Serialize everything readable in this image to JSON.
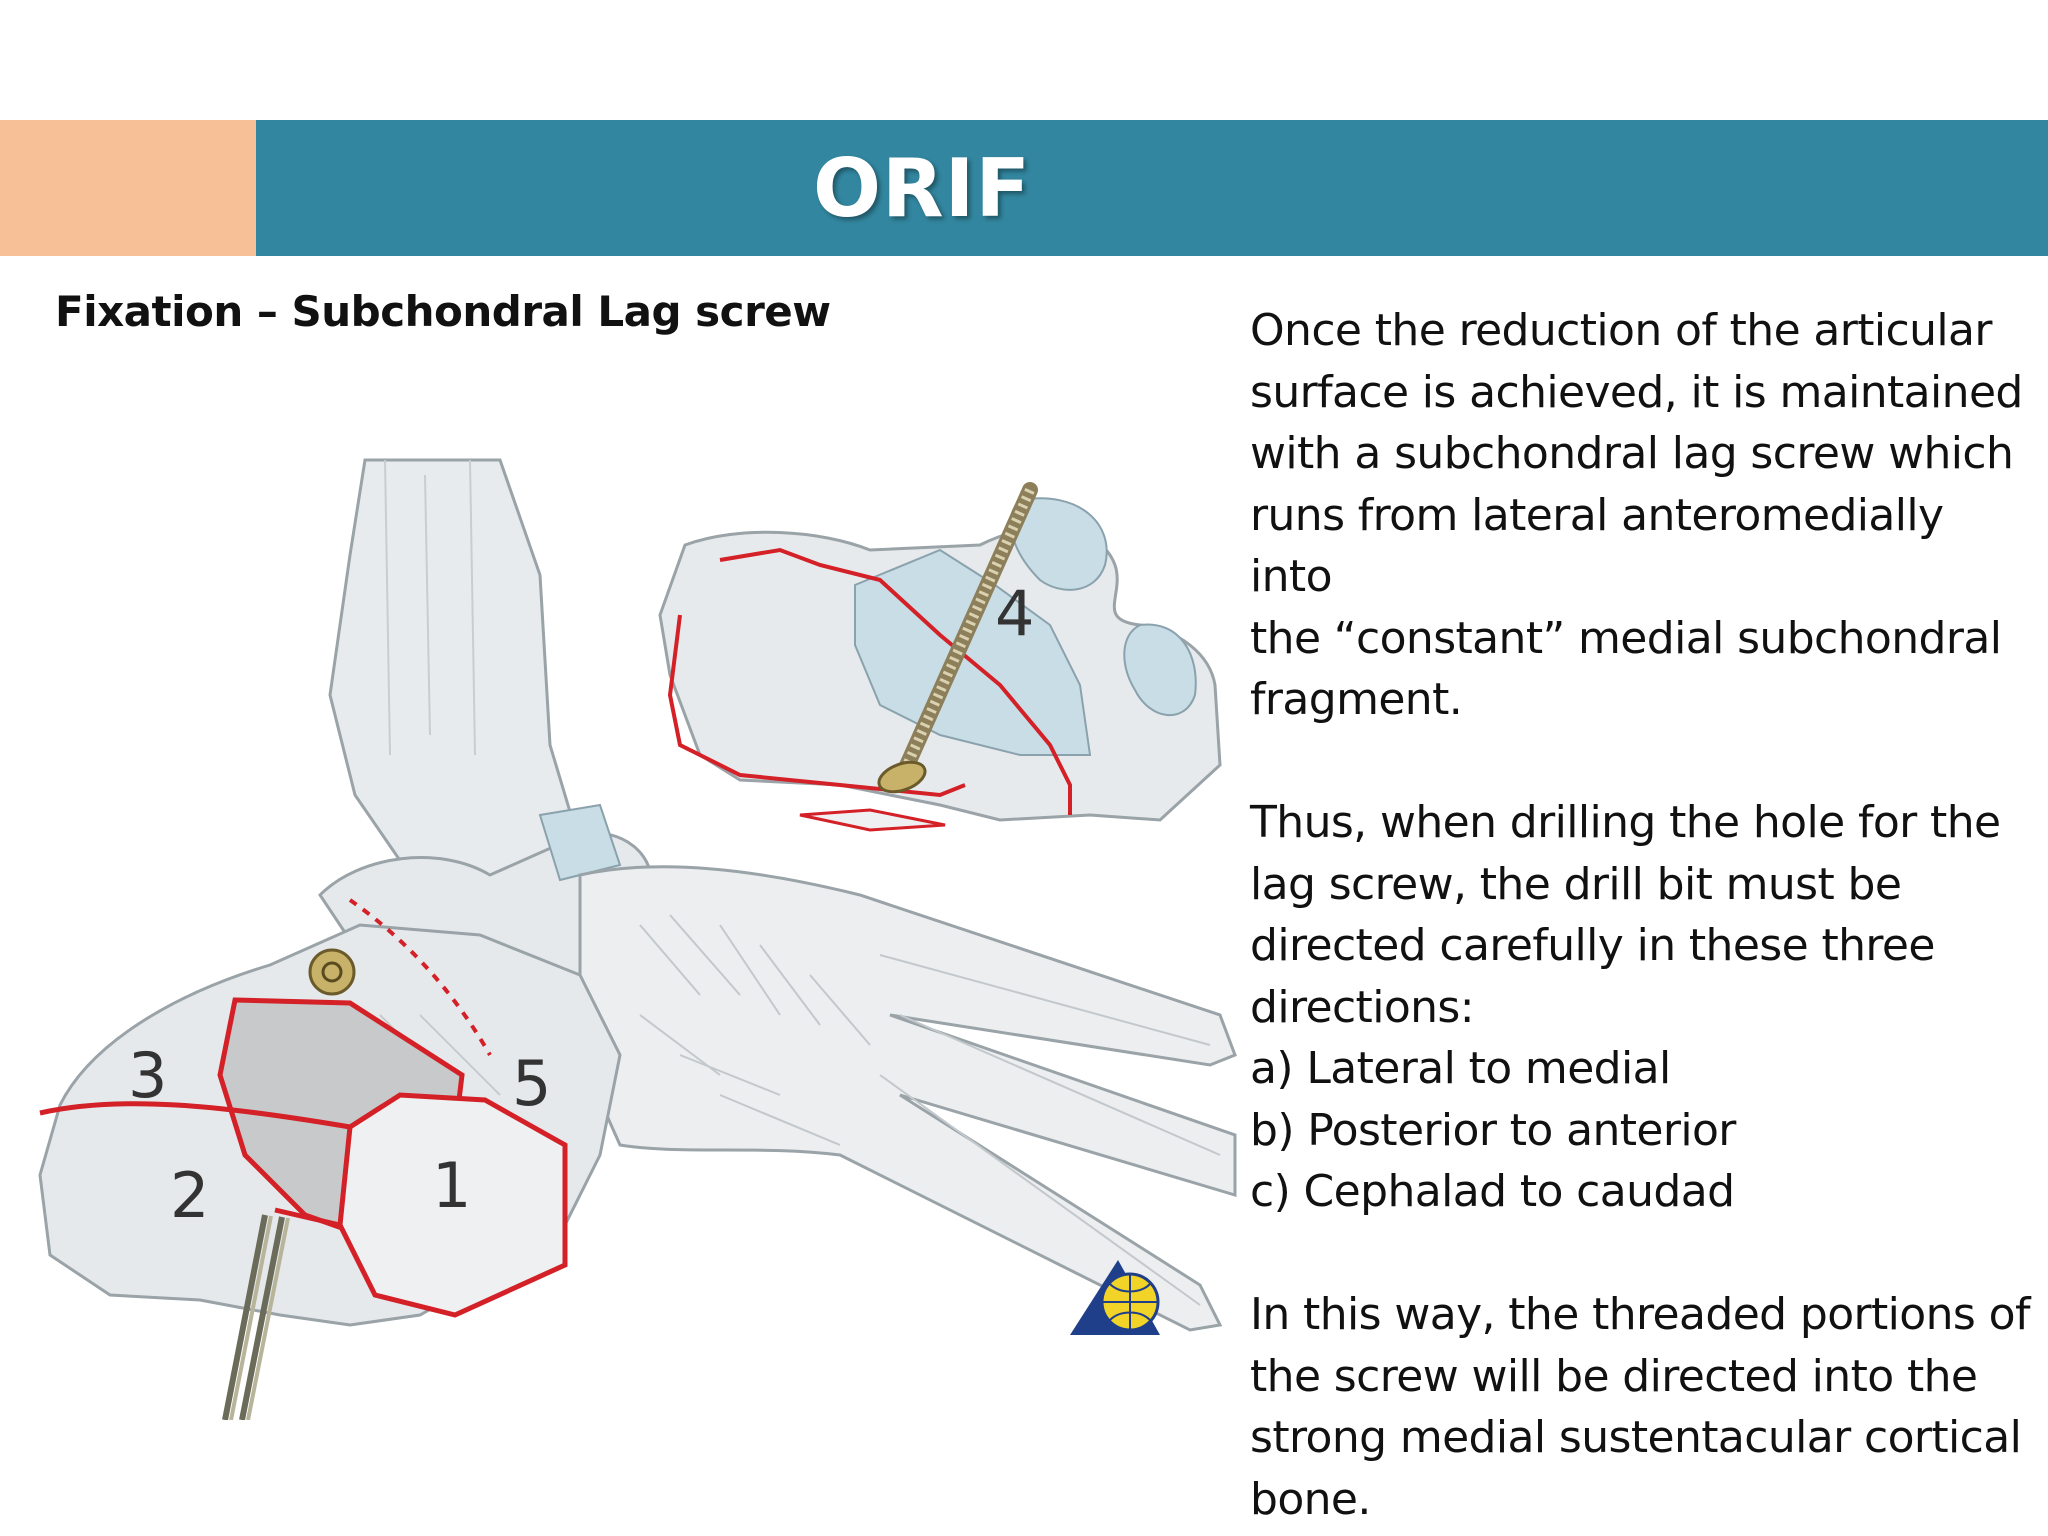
{
  "slide": {
    "title": "ORIF",
    "subtitle": "Fixation – Subchondral Lag screw",
    "paragraphs": {
      "intro": [
        "Once the reduction of the articular",
        "surface is achieved, it is maintained",
        "with a subchondral lag screw which",
        "runs from lateral anteromedially into",
        "the “constant” medial subchondral",
        "fragment."
      ],
      "drilling": [
        "Thus, when drilling the hole for the",
        "lag screw, the drill bit must be",
        "directed carefully in these three",
        "directions:"
      ],
      "directions": [
        "a) Lateral to medial",
        "b) Posterior to anterior",
        "c) Cephalad to caudad"
      ],
      "conclusion": [
        "In this way, the threaded portions of",
        "the screw will be directed into the",
        "strong medial sustentacular cortical",
        "bone."
      ]
    }
  },
  "figure": {
    "fragment_labels": [
      "1",
      "2",
      "3",
      "4",
      "5"
    ]
  },
  "colors": {
    "title_bar": "#32869f",
    "accent_block": "#f8c096",
    "fracture_line": "#d42027",
    "bone": "#e9ecee",
    "articular_facet": "#c9dde6"
  }
}
